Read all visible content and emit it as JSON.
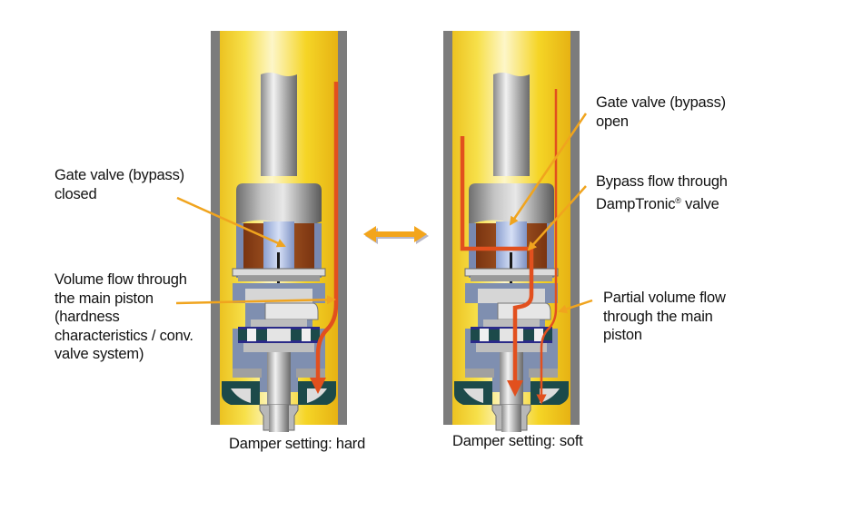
{
  "diagram": {
    "title": "DampTronic damper setting comparison",
    "colors": {
      "oil_yellow": "#f5d21f",
      "tube_gray": "#808080",
      "flow_red": "#e2501e",
      "leader_orange": "#f0a41e",
      "steel": "#c8c8c8",
      "copper": "#9a4a1c",
      "blue_body": "#7f8fb0",
      "seal_teal": "#1c4a4a"
    },
    "switch_icon": "double-arrow-icon",
    "panels": [
      {
        "id": "hard",
        "caption": "Damper setting: hard",
        "labels": [
          {
            "lines": [
              "Gate valve (bypass)",
              "closed"
            ]
          },
          {
            "lines": [
              "Volume flow through",
              "the main piston",
              "(hardness",
              "characteristics / conv.",
              "valve system)"
            ]
          }
        ]
      },
      {
        "id": "soft",
        "caption": "Damper setting: soft",
        "labels": [
          {
            "lines": [
              "Gate valve (bypass)",
              "open"
            ]
          },
          {
            "lines": [
              "Bypass flow through",
              "DampTronic",
              "®",
              " valve"
            ]
          },
          {
            "lines": [
              "Partial volume flow",
              "through the main",
              "piston"
            ]
          }
        ]
      }
    ]
  }
}
